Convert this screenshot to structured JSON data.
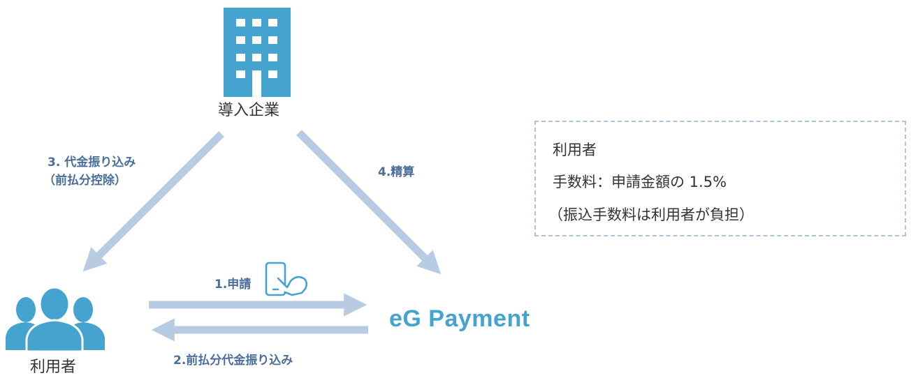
{
  "nodes": {
    "company": {
      "label": "導入企業",
      "icon": "building-icon"
    },
    "user": {
      "label": "利用者",
      "icon": "users-icon"
    },
    "service": {
      "label": "eG Payment"
    }
  },
  "steps": {
    "step1": {
      "label": "1.申請",
      "icon": "smartphone-tap-icon"
    },
    "step2": {
      "label": "2.前払分代金振り込み"
    },
    "step3": {
      "line1": "3. 代金振り込み",
      "line2": "（前払分控除）"
    },
    "step4": {
      "label": "4.精算"
    }
  },
  "note": {
    "title": "利用者",
    "fee": "手数料：申請金額の 1.5%",
    "transfer": "（振込手数料は利用者が負担）"
  },
  "colors": {
    "icon_blue": "#44a3cf",
    "arrow": "#b7cbe3",
    "step_text": "#4a6e9b",
    "dashed_border": "#aac4de"
  }
}
